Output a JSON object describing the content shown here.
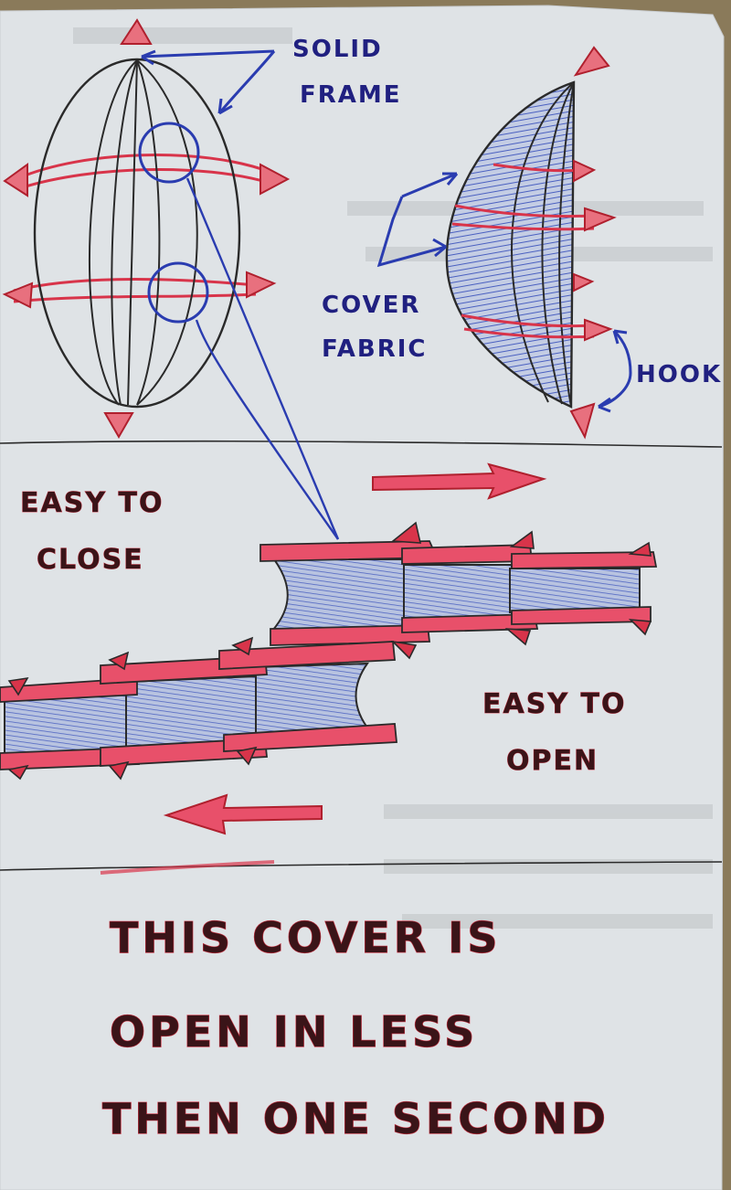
{
  "labels": {
    "solid_frame": [
      "SOLID",
      "FRAME"
    ],
    "cover_fabric": [
      "COVER",
      "FABRIC"
    ],
    "hook": "HOOK",
    "easy_close": [
      "EASY TO",
      "CLOSE"
    ],
    "easy_open": [
      "EASY TO",
      "OPEN"
    ],
    "caption": [
      "THIS  COVER  IS",
      "OPEN  IN  LESS",
      "THEN  ONE SECOND"
    ]
  },
  "colors": {
    "paper": "#dfe3e6",
    "ink_black": "#2a2a2a",
    "ink_blue": "#2a3cb0",
    "ink_red": "#d8344a",
    "fabric_blue": "#8aa0d8",
    "fabric_fill": "#b9c4de",
    "background": "#8a7a5a"
  }
}
